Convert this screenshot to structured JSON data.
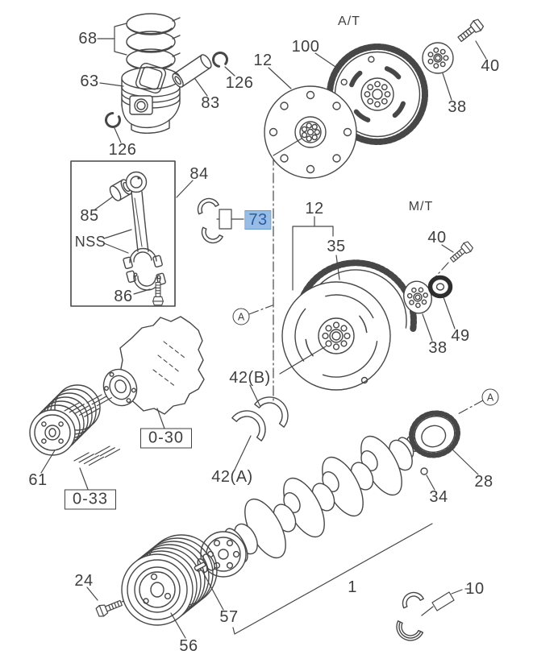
{
  "diagram": {
    "highlight": {
      "bg": "#98bde4",
      "fg": "#2a5ba8",
      "border": "#6f9cd2"
    },
    "line_color": "#474747",
    "sections": {
      "at": "A/T",
      "mt": "M/T"
    },
    "view_markers": {
      "a1": "A",
      "a2": "A"
    },
    "boxed_refs": {
      "b030": "0-30",
      "b033": "0-33"
    },
    "callouts": {
      "c68": "68",
      "c63": "63",
      "c126a": "126",
      "c83": "83",
      "c126b": "126",
      "c85": "85",
      "cNSS": "NSS",
      "c86": "86",
      "c84": "84",
      "c73": "73",
      "c12at": "12",
      "c100": "100",
      "c38at": "38",
      "c40at": "40",
      "c12mt": "12",
      "c35": "35",
      "c40mt": "40",
      "c38mt": "38",
      "c49": "49",
      "c42b": "42(B)",
      "c42a": "42(A)",
      "c28": "28",
      "c34": "34",
      "c1": "1",
      "c57": "57",
      "c56": "56",
      "c24": "24",
      "c10": "10",
      "c61": "61"
    }
  }
}
